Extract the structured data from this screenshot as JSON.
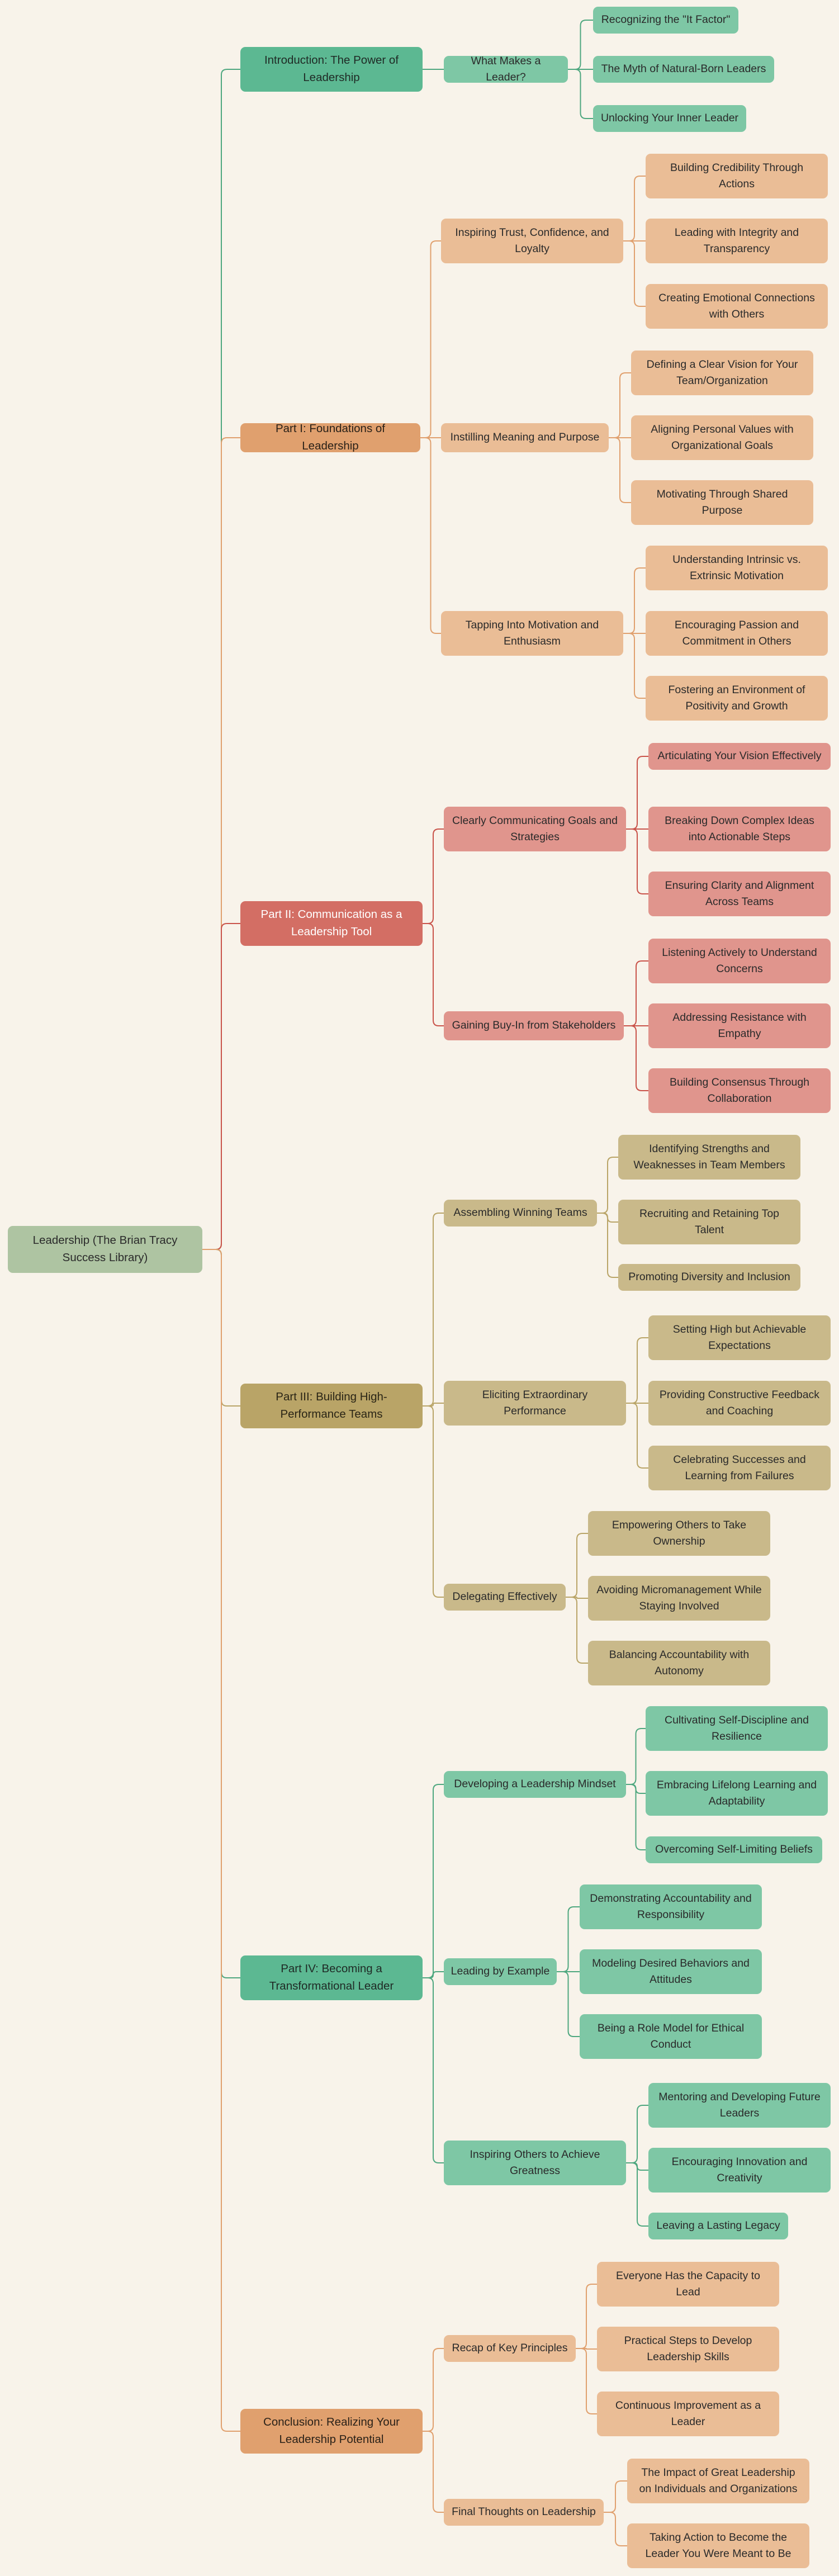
{
  "root": {
    "label": "Leadership (The Brian Tracy Success Library)",
    "color": "#aec4a2",
    "text_color": "#2a2a2a"
  },
  "sections": [
    {
      "label": "Introduction: The Power of Leadership",
      "color": "#5cb892",
      "text_color": "#1f2a25",
      "child_color": "#7ec7a5",
      "line_color": "#4ea77f",
      "children": [
        {
          "label": "What Makes a Leader?",
          "children": [
            "Recognizing the \"It Factor\"",
            "The Myth of Natural-Born Leaders",
            "Unlocking Your Inner Leader"
          ]
        }
      ]
    },
    {
      "label": "Part I: Foundations of Leadership",
      "color": "#e0a06e",
      "text_color": "#2a2118",
      "child_color": "#eabd96",
      "line_color": "#e0a06e",
      "children": [
        {
          "label": "Inspiring Trust, Confidence, and Loyalty",
          "children": [
            "Building Credibility Through Actions",
            "Leading with Integrity and Transparency",
            "Creating Emotional Connections with Others"
          ]
        },
        {
          "label": "Instilling Meaning and Purpose",
          "children": [
            "Defining a Clear Vision for Your Team/Organization",
            "Aligning Personal Values with Organizational Goals",
            "Motivating Through Shared Purpose"
          ]
        },
        {
          "label": "Tapping Into Motivation and Enthusiasm",
          "children": [
            "Understanding Intrinsic vs. Extrinsic Motivation",
            "Encouraging Passion and Commitment in Others",
            "Fostering an Environment of Positivity and Growth"
          ]
        }
      ]
    },
    {
      "label": "Part II: Communication as a Leadership Tool",
      "color": "#d36e64",
      "text_color": "#ffffff",
      "child_color": "#e0958d",
      "line_color": "#c9534a",
      "children": [
        {
          "label": "Clearly Communicating Goals and Strategies",
          "children": [
            "Articulating Your Vision Effectively",
            "Breaking Down Complex Ideas into Actionable Steps",
            "Ensuring Clarity and Alignment Across Teams"
          ]
        },
        {
          "label": "Gaining Buy-In from Stakeholders",
          "children": [
            "Listening Actively to Understand Concerns",
            "Addressing Resistance with Empathy",
            "Building Consensus Through Collaboration"
          ]
        }
      ]
    },
    {
      "label": "Part III: Building High-Performance Teams",
      "color": "#b9a467",
      "text_color": "#2a2516",
      "child_color": "#c9b98a",
      "line_color": "#b9a467",
      "children": [
        {
          "label": "Assembling Winning Teams",
          "children": [
            "Identifying Strengths and Weaknesses in Team Members",
            "Recruiting and Retaining Top Talent",
            "Promoting Diversity and Inclusion"
          ]
        },
        {
          "label": "Eliciting Extraordinary Performance",
          "children": [
            "Setting High but Achievable Expectations",
            "Providing Constructive Feedback and Coaching",
            "Celebrating Successes and Learning from Failures"
          ]
        },
        {
          "label": "Delegating Effectively",
          "children": [
            "Empowering Others to Take Ownership",
            "Avoiding Micromanagement While Staying Involved",
            "Balancing Accountability with Autonomy"
          ]
        }
      ]
    },
    {
      "label": "Part IV: Becoming a Transformational Leader",
      "color": "#5cb892",
      "text_color": "#1f2a25",
      "child_color": "#7ec7a5",
      "line_color": "#4ea77f",
      "children": [
        {
          "label": "Developing a Leadership Mindset",
          "children": [
            "Cultivating Self-Discipline and Resilience",
            "Embracing Lifelong Learning and Adaptability",
            "Overcoming Self-Limiting Beliefs"
          ]
        },
        {
          "label": "Leading by Example",
          "children": [
            "Demonstrating Accountability and Responsibility",
            "Modeling Desired Behaviors and Attitudes",
            "Being a Role Model for Ethical Conduct"
          ]
        },
        {
          "label": "Inspiring Others to Achieve Greatness",
          "children": [
            "Mentoring and Developing Future Leaders",
            "Encouraging Innovation and Creativity",
            "Leaving a Lasting Legacy"
          ]
        }
      ]
    },
    {
      "label": "Conclusion: Realizing Your Leadership Potential",
      "color": "#e0a06e",
      "text_color": "#2a2118",
      "child_color": "#eabd96",
      "line_color": "#e0a06e",
      "children": [
        {
          "label": "Recap of Key Principles",
          "children": [
            "Everyone Has the Capacity to Lead",
            "Practical Steps to Develop Leadership Skills",
            "Continuous Improvement as a Leader"
          ]
        },
        {
          "label": "Final Thoughts on Leadership",
          "children": [
            "The Impact of Great Leadership on Individuals and Organizations",
            "Taking Action to Become the Leader You Were Meant to Be"
          ]
        }
      ]
    }
  ]
}
